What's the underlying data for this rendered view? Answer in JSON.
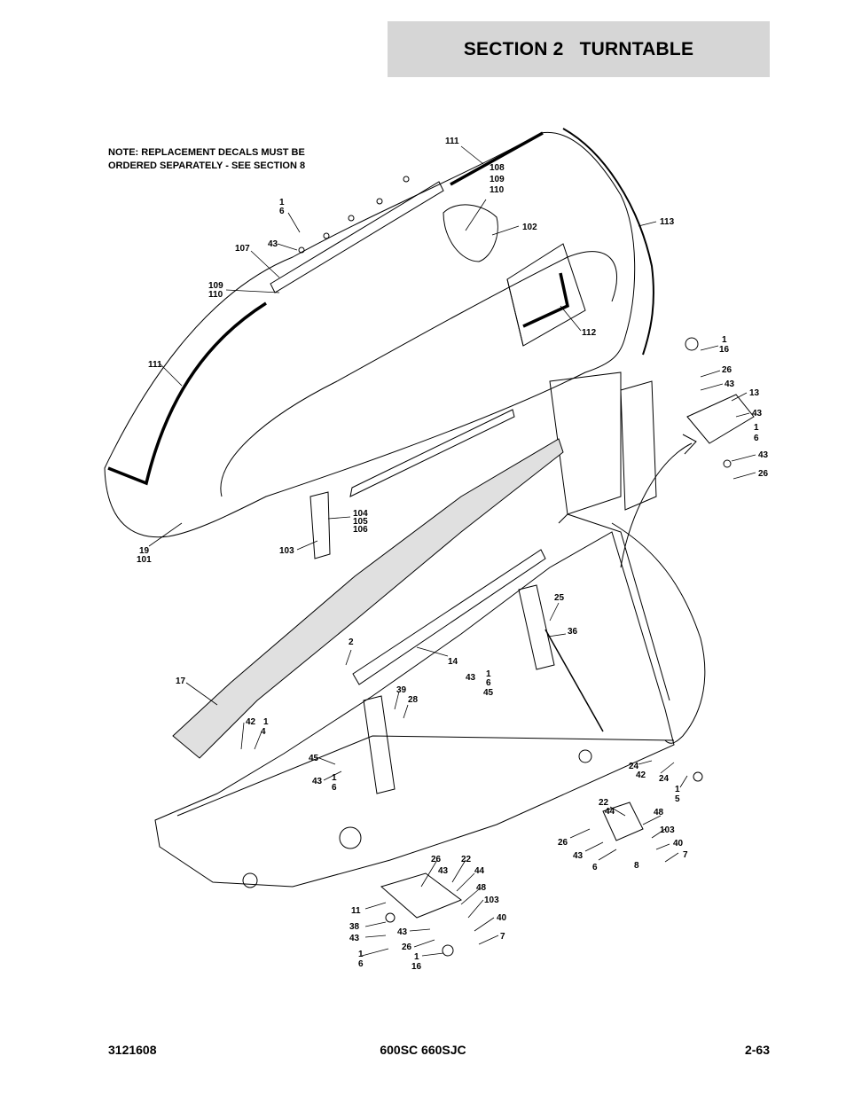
{
  "header": {
    "title": "SECTION 2   TURNTABLE"
  },
  "note": {
    "line1": "NOTE:  REPLACEMENT DECALS MUST BE",
    "line2": "ORDERED SEPARATELY - SEE SECTION 8"
  },
  "callouts": [
    {
      "id": "c111a",
      "text": "111"
    },
    {
      "id": "c108",
      "text": "108"
    },
    {
      "id": "c109a",
      "text": "109"
    },
    {
      "id": "c110a",
      "text": "110"
    },
    {
      "id": "c102",
      "text": "102"
    },
    {
      "id": "c113",
      "text": "113"
    },
    {
      "id": "c1a",
      "text": "1"
    },
    {
      "id": "c6a",
      "text": "6"
    },
    {
      "id": "c43a",
      "text": "43"
    },
    {
      "id": "c107",
      "text": "107"
    },
    {
      "id": "c109b",
      "text": "109"
    },
    {
      "id": "c110b",
      "text": "110"
    },
    {
      "id": "c111b",
      "text": "111"
    },
    {
      "id": "c112",
      "text": "112"
    },
    {
      "id": "c1b",
      "text": "1"
    },
    {
      "id": "c16a",
      "text": "16"
    },
    {
      "id": "c26a",
      "text": "26"
    },
    {
      "id": "c43b",
      "text": "43"
    },
    {
      "id": "c13",
      "text": "13"
    },
    {
      "id": "c43c",
      "text": "43"
    },
    {
      "id": "c1c",
      "text": "1"
    },
    {
      "id": "c6b",
      "text": "6"
    },
    {
      "id": "c43d",
      "text": "43"
    },
    {
      "id": "c26b",
      "text": "26"
    },
    {
      "id": "c104",
      "text": "104"
    },
    {
      "id": "c105",
      "text": "105"
    },
    {
      "id": "c106",
      "text": "106"
    },
    {
      "id": "c103a",
      "text": "103"
    },
    {
      "id": "c19",
      "text": "19"
    },
    {
      "id": "c101",
      "text": "101"
    },
    {
      "id": "c25",
      "text": "25"
    },
    {
      "id": "c36",
      "text": "36"
    },
    {
      "id": "c2",
      "text": "2"
    },
    {
      "id": "c14",
      "text": "14"
    },
    {
      "id": "c43e",
      "text": "43"
    },
    {
      "id": "c1d",
      "text": "1"
    },
    {
      "id": "c6c",
      "text": "6"
    },
    {
      "id": "c45a",
      "text": "45"
    },
    {
      "id": "c17",
      "text": "17"
    },
    {
      "id": "c39",
      "text": "39"
    },
    {
      "id": "c28",
      "text": "28"
    },
    {
      "id": "c42a",
      "text": "42"
    },
    {
      "id": "c1e",
      "text": "1"
    },
    {
      "id": "c4",
      "text": "4"
    },
    {
      "id": "c45b",
      "text": "45"
    },
    {
      "id": "c43f",
      "text": "43"
    },
    {
      "id": "c1f",
      "text": "1"
    },
    {
      "id": "c6d",
      "text": "6"
    },
    {
      "id": "c24a",
      "text": "24"
    },
    {
      "id": "c42b",
      "text": "42"
    },
    {
      "id": "c24b",
      "text": "24"
    },
    {
      "id": "c1g",
      "text": "1"
    },
    {
      "id": "c5",
      "text": "5"
    },
    {
      "id": "c22a",
      "text": "22"
    },
    {
      "id": "c44a",
      "text": "44"
    },
    {
      "id": "c48a",
      "text": "48"
    },
    {
      "id": "c103b",
      "text": "103"
    },
    {
      "id": "c40a",
      "text": "40"
    },
    {
      "id": "c7a",
      "text": "7"
    },
    {
      "id": "c26c",
      "text": "26"
    },
    {
      "id": "c43g",
      "text": "43"
    },
    {
      "id": "c6e",
      "text": "6"
    },
    {
      "id": "c8",
      "text": "8"
    },
    {
      "id": "c26d",
      "text": "26"
    },
    {
      "id": "c22b",
      "text": "22"
    },
    {
      "id": "c43h",
      "text": "43"
    },
    {
      "id": "c44b",
      "text": "44"
    },
    {
      "id": "c48b",
      "text": "48"
    },
    {
      "id": "c11",
      "text": "11"
    },
    {
      "id": "c103c",
      "text": "103"
    },
    {
      "id": "c38",
      "text": "38"
    },
    {
      "id": "c43i",
      "text": "43"
    },
    {
      "id": "c43j",
      "text": "43"
    },
    {
      "id": "c40b",
      "text": "40"
    },
    {
      "id": "c26e",
      "text": "26"
    },
    {
      "id": "c7b",
      "text": "7"
    },
    {
      "id": "c1h",
      "text": "1"
    },
    {
      "id": "c6f",
      "text": "6"
    },
    {
      "id": "c1i",
      "text": "1"
    },
    {
      "id": "c16b",
      "text": "16"
    }
  ],
  "footer": {
    "doc_number": "3121608",
    "model": "600SC 660SJC",
    "page": "2-63"
  }
}
